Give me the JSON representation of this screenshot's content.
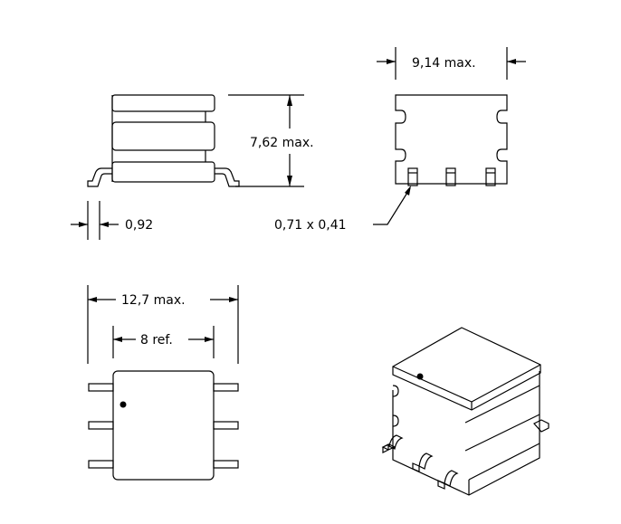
{
  "title": "SMD transformer package outline drawing",
  "dimensions": {
    "height": "7,62 max.",
    "lead_thickness": "0,92",
    "width": "9,14 max.",
    "lead_size": "0,71 x 0,41",
    "overall_length": "12,7 max.",
    "body_length": "8 ref."
  },
  "colors": {
    "line": "#000000",
    "background": "#ffffff"
  }
}
